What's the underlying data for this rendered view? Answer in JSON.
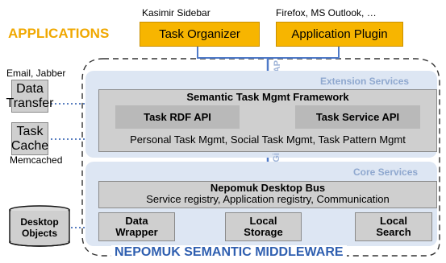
{
  "top": {
    "applications_label": "APPLICATIONS",
    "kasimir_label": "Kasimir Sidebar",
    "firefox_label": "Firefox, MS Outlook, …",
    "task_organizer": "Task Organizer",
    "application_plugin": "Application Plugin",
    "soap_label": "SOAP"
  },
  "left": {
    "email_label": "Email, Jabber",
    "data_transfer": [
      "Data",
      "Transfer"
    ],
    "task_cache": [
      "Task",
      "Cache"
    ],
    "memcached_label": "Memcached",
    "desktop_objects": [
      "Desktop",
      "Objects"
    ]
  },
  "extension": {
    "label": "Extension Services",
    "framework_title": "Semantic Task Mgmt Framework",
    "rdf_api": "Task RDF API",
    "service_api": "Task Service API",
    "mgmt_line": "Personal Task Mgmt, Social Task Mgmt, Task Pattern Mgmt"
  },
  "osgi_label": "OSGi",
  "core": {
    "label": "Core Services",
    "bus_title": "Nepomuk Desktop Bus",
    "bus_subtitle": "Service registry, Application registry, Communication",
    "data_wrapper": [
      "Data",
      "Wrapper"
    ],
    "local_storage": [
      "Local",
      "Storage"
    ],
    "local_search": [
      "Local",
      "Search"
    ]
  },
  "footer": "NEPOMUK SEMANTIC MIDDLEWARE",
  "colors": {
    "orange": "#f7b500",
    "applications_text": "#f0a800",
    "band_blue": "#dde6f3",
    "label_blue": "#8fa8cf",
    "footer_blue": "#2f5fb0",
    "arrow_blue": "#4f7ac8"
  }
}
